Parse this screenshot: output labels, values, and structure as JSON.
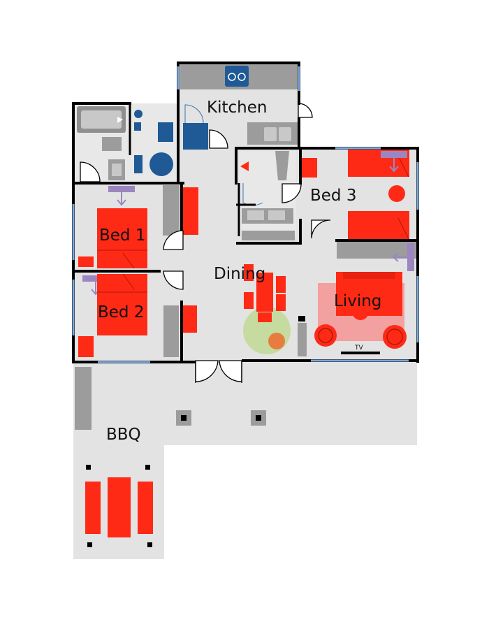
{
  "rooms": {
    "kitchen": "Kitchen",
    "bed1": "Bed 1",
    "bed2": "Bed 2",
    "bed3": "Bed 3",
    "dining": "Dining",
    "living": "Living",
    "bbq": "BBQ"
  },
  "tv_label": "TV",
  "colors": {
    "furniture": "#ff2a16",
    "floor": "#e3e3e3",
    "wall": "#000000",
    "window": "#7ea7d8",
    "fixture": "#1f5a97",
    "cabinet": "#9c9c9c",
    "wardrobe": "#9b86c0",
    "rug_living": "#f2a0a0",
    "rug_dining": "#c5dba0",
    "plant": "#e87c3e"
  }
}
